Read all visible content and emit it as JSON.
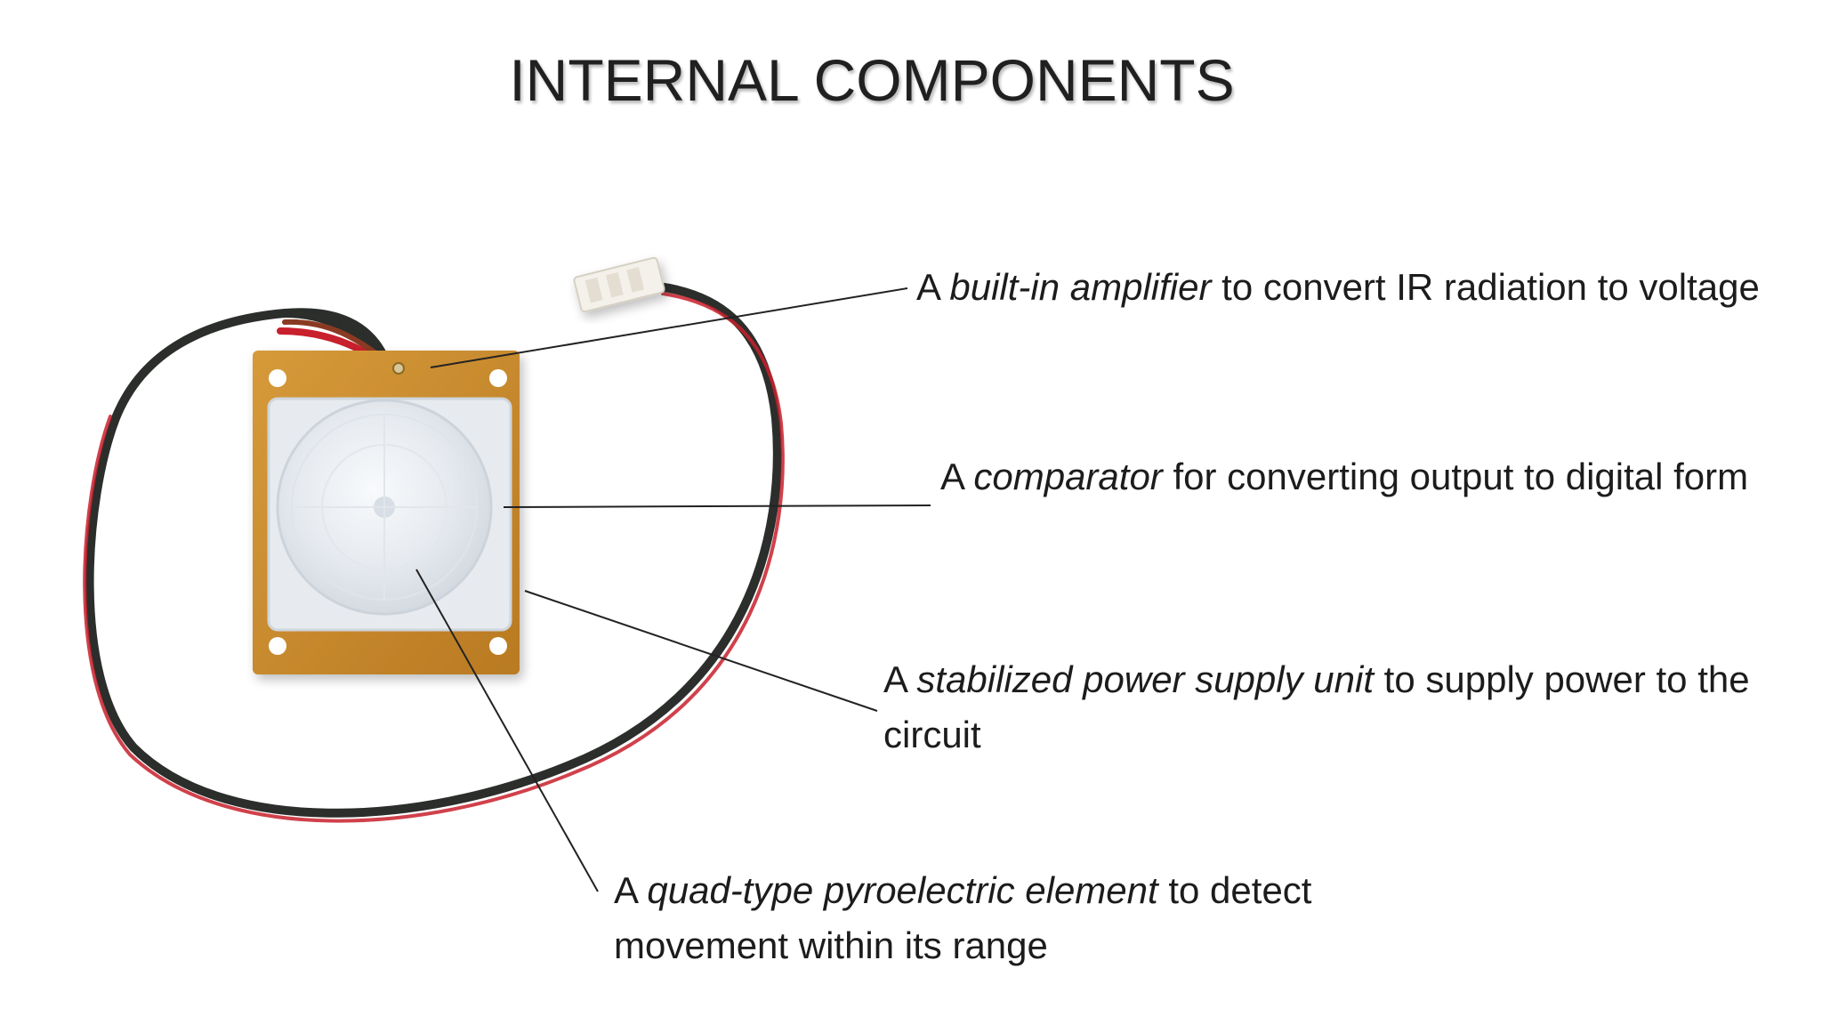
{
  "slide": {
    "title": "INTERNAL COMPONENTS"
  },
  "callouts": [
    {
      "id": "amplifier",
      "prefix": "A ",
      "emphasis": "built-in amplifier",
      "suffix": " to convert IR radiation to voltage"
    },
    {
      "id": "comparator",
      "prefix": "A ",
      "emphasis": "comparator",
      "suffix": " for converting output to digital form"
    },
    {
      "id": "power",
      "prefix": "A ",
      "emphasis": "stabilized power supply unit",
      "suffix": " to supply power to the circuit"
    },
    {
      "id": "pyro",
      "prefix": "A ",
      "emphasis": "quad-type pyroelectric element",
      "suffix": " to detect movement within its range"
    }
  ],
  "colors": {
    "pcb": "#c98a2a",
    "lens": "#eef1f4",
    "wire_black": "#2b2e2b",
    "wire_red": "#c8202c",
    "connector": "#f4f1ea",
    "leader_line": "#222222"
  }
}
